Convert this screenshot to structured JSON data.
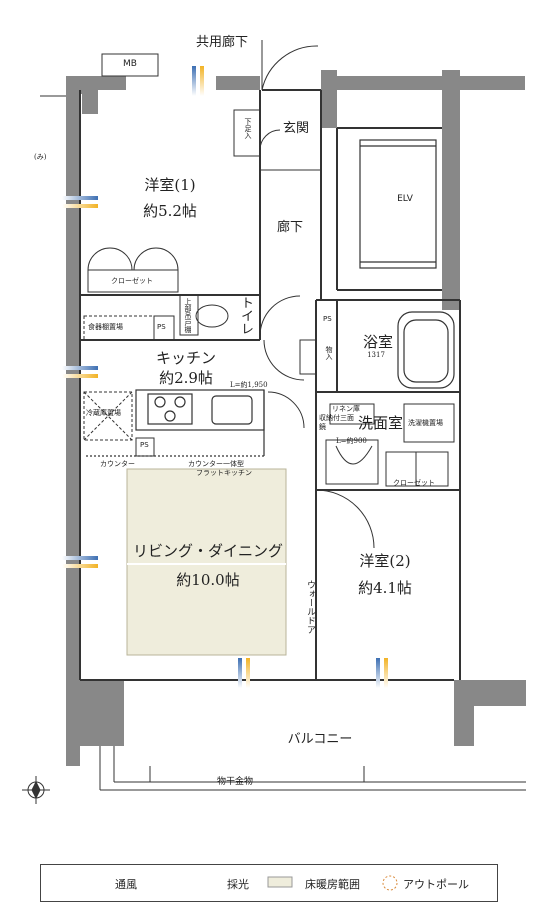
{
  "rooms": {
    "common_corridor": "共用廊下",
    "mb": "MB",
    "entrance": "玄関",
    "shoe_closet": "下足入",
    "western_room_1": "洋室(1)",
    "western_room_1_area": "約5.2帖",
    "hallway": "廊下",
    "elv": "ELV",
    "closet_1": "クローゼット",
    "toilet": "トイレ",
    "upper_closet": "上部吊戸棚",
    "cupboard": "食器棚置場",
    "ps_1": "PS",
    "ps_2": "PS",
    "ps_3": "PS",
    "bath": "浴室",
    "bath_size": "1317",
    "storage": "物入",
    "kitchen": "キッチン",
    "kitchen_area": "約2.9帖",
    "kitchen_length": "L=約1,950",
    "linen": "リネン庫",
    "three_way_mirror": "収納付三面鏡",
    "washroom": "洗面室",
    "washer": "洗濯機置場",
    "washroom_length": "L=約900",
    "fridge": "冷蔵庫置場",
    "counter": "カウンター",
    "counter_flat": "カウンター一体型",
    "flat_kitchen": "フラットキッチン",
    "closet_2": "クローゼット",
    "living": "リビング・ダイニング",
    "living_area": "約10.0帖",
    "western_room_2": "洋室(2)",
    "western_room_2_area": "約4.1帖",
    "wall_door": "ウォールドア",
    "balcony": "バルコニー",
    "laundry_pole": "物干金物",
    "left_note": "(み)"
  },
  "legend": {
    "ventilation": "通風",
    "daylight": "採光",
    "floor_heating": "床暖房範囲",
    "out_pole": "アウトポール"
  },
  "colors": {
    "wall": "#888888",
    "line": "#333333",
    "floor_heating": "#efeddc",
    "ventilation": "#3d6fb3",
    "daylight": "#f2b325"
  }
}
